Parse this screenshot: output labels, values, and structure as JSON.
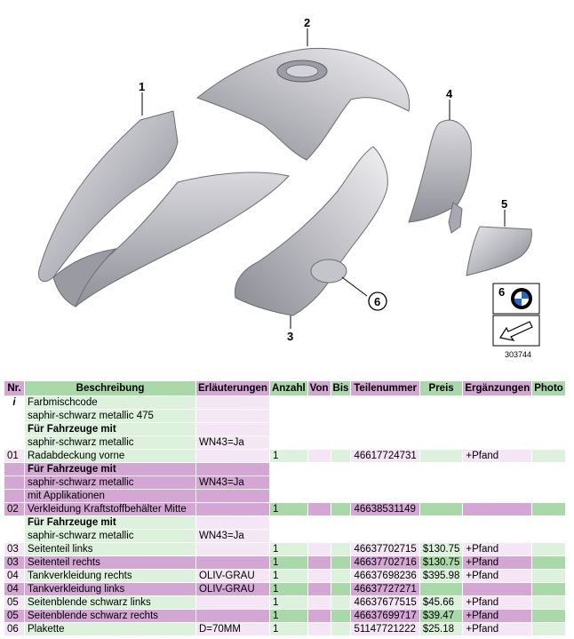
{
  "diagram": {
    "callouts": [
      "1",
      "2",
      "3",
      "4",
      "5",
      "6"
    ],
    "logo_number": "6",
    "image_id": "303744"
  },
  "table": {
    "headers": [
      "Nr.",
      "Beschreibung",
      "Erläuterungen",
      "Anzahl",
      "Von",
      "Bis",
      "Teilenummer",
      "Preis",
      "Ergänzungen",
      "Photo"
    ],
    "info_marker": "i",
    "info_lines": [
      "Farbmischcode",
      "saphir-schwarz metallic 475"
    ],
    "group1": {
      "bold": "Für Fahrzeuge mit",
      "lines": [
        "saphir-schwarz metallic"
      ],
      "note": "WN43=Ja"
    },
    "group2": {
      "bold": "Für Fahrzeuge mit",
      "lines": [
        "saphir-schwarz metallic",
        "mit Applikationen"
      ],
      "note": "WN43=Ja"
    },
    "group3": {
      "bold": "Für Fahrzeuge mit",
      "lines": [
        "saphir-schwarz metallic"
      ],
      "note": "WN43=Ja"
    },
    "rows": [
      {
        "nr": "01",
        "desc": "Radabdeckung vorne",
        "expl": "",
        "qty": "1",
        "part": "46617724731",
        "price": "",
        "extra": "+Pfand"
      },
      {
        "nr": "02",
        "desc": "Verkleidung Kraftstoffbehälter Mitte",
        "expl": "",
        "qty": "1",
        "part": "46638531149",
        "price": "",
        "extra": ""
      },
      {
        "nr": "03",
        "desc": "Seitenteil links",
        "expl": "",
        "qty": "1",
        "part": "46637702715",
        "price": "$130.75",
        "extra": "+Pfand"
      },
      {
        "nr": "03",
        "desc": "Seitenteil rechts",
        "expl": "",
        "qty": "1",
        "part": "46637702716",
        "price": "$130.75",
        "extra": "+Pfand"
      },
      {
        "nr": "04",
        "desc": "Tankverkleidung rechts",
        "expl": "OLIV-GRAU",
        "qty": "1",
        "part": "46637698236",
        "price": "$395.98",
        "extra": "+Pfand"
      },
      {
        "nr": "04",
        "desc": "Tankverkleidung links",
        "expl": "OLIV-GRAU",
        "qty": "1",
        "part": "46637727271",
        "price": "",
        "extra": ""
      },
      {
        "nr": "05",
        "desc": "Seitenblende schwarz links",
        "expl": "",
        "qty": "1",
        "part": "46637677515",
        "price": "$45.66",
        "extra": "+Pfand"
      },
      {
        "nr": "05",
        "desc": "Seitenblende schwarz rechts",
        "expl": "",
        "qty": "1",
        "part": "46637699717",
        "price": "$39.47",
        "extra": "+Pfand"
      },
      {
        "nr": "06",
        "desc": "Plakette",
        "expl": "D=70MM",
        "qty": "1",
        "part": "51147721222",
        "price": "$25.18",
        "extra": "+Pfand"
      }
    ]
  }
}
